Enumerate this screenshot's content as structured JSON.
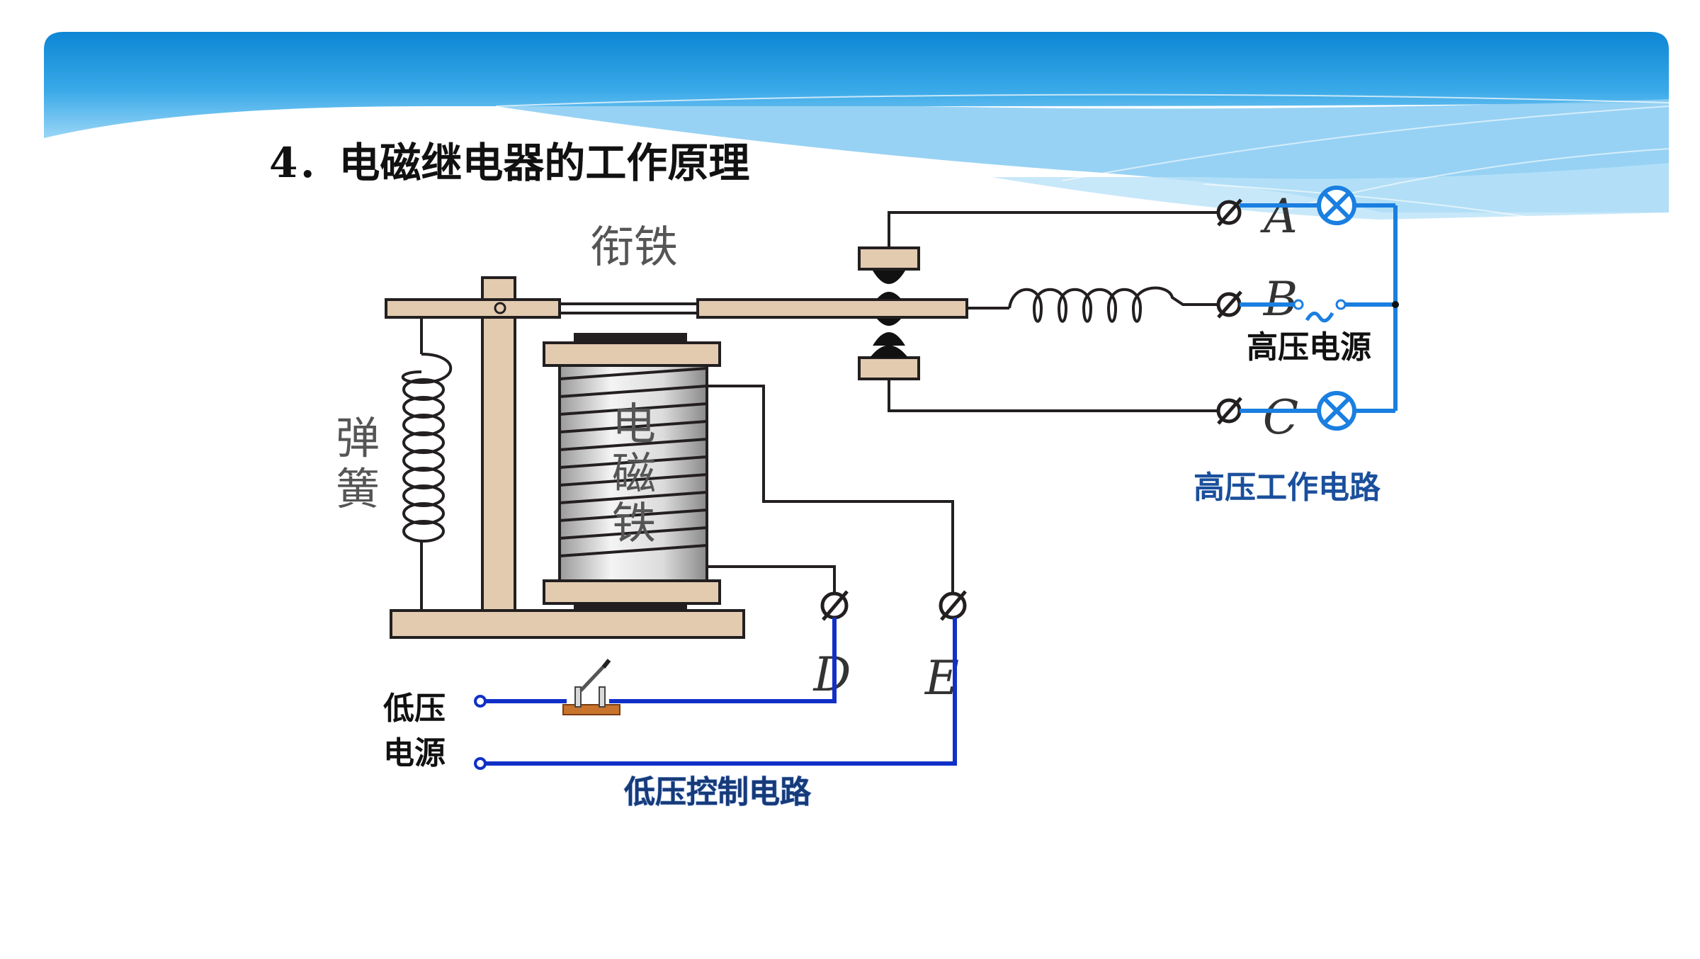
{
  "slide": {
    "title": "4．电磁继电器的工作原理"
  },
  "diagram": {
    "labels": {
      "armature": "衔铁",
      "spring": "弹簧",
      "electromagnet": "电磁铁",
      "high_voltage_source": "高压电源",
      "high_voltage_circuit": "高压工作电路",
      "low_voltage_source": "低压电源",
      "low_voltage_control_circuit": "低压控制电路"
    },
    "terminals": {
      "a": "A",
      "b": "B",
      "c": "C",
      "d": "D",
      "e": "E"
    },
    "colors": {
      "banner_dark": "#1494dc",
      "banner_light": "#8ccdf3",
      "frame_tan": "#e3cbb0",
      "frame_outline": "#231f20",
      "circuit_blue": "#1a7fe0",
      "control_blue": "#1030c8",
      "contact_black": "#111111"
    },
    "icons": {
      "lamp": "lamp-icon",
      "terminal": "terminal-icon",
      "switch": "knife-switch-icon",
      "ac_source": "ac-source-icon"
    }
  }
}
